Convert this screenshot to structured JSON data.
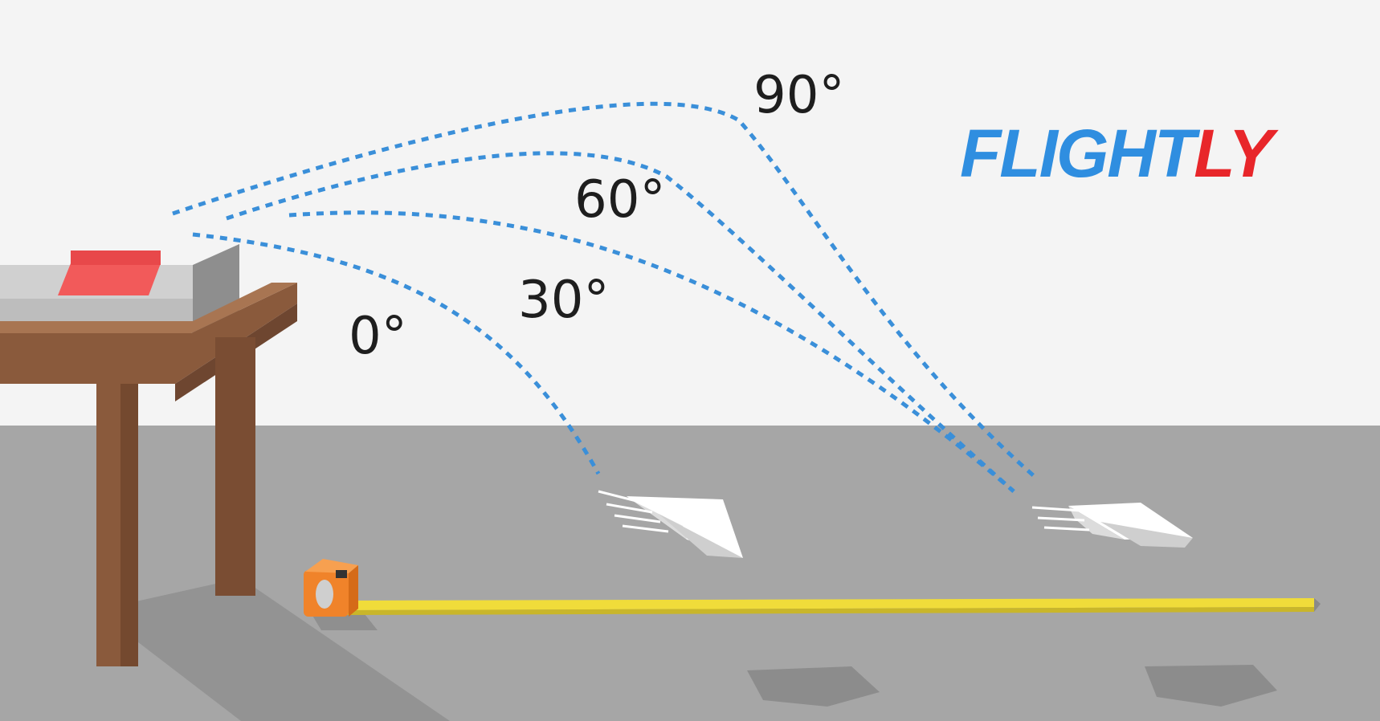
{
  "angles": [
    {
      "label": "0°",
      "launch_angle_deg": 0
    },
    {
      "label": "30°",
      "launch_angle_deg": 30
    },
    {
      "label": "60°",
      "launch_angle_deg": 60
    },
    {
      "label": "90°",
      "launch_angle_deg": 90
    }
  ],
  "logo": {
    "part1": "FLIGHT",
    "part2": "LY"
  },
  "colors": {
    "wall": "#f4f4f4",
    "floor": "#a6a6a6",
    "trajectory": "#3a8fd9",
    "logo_blue": "#2f8ee0",
    "logo_red": "#e8262a",
    "table": "#8a5a3c",
    "tape": "#f0dc3a",
    "tape_case": "#f0832a",
    "launcher_pad": "#f25a5a"
  },
  "icons": [
    "table-icon",
    "launcher-icon",
    "tape-measure-icon",
    "paper-airplane-icon"
  ]
}
